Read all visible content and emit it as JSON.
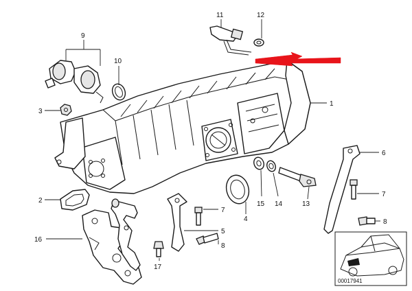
{
  "diagram": {
    "callouts": {
      "c1": "1",
      "c2": "2",
      "c3": "3",
      "c4": "4",
      "c5": "5",
      "c6": "6",
      "c7a": "7",
      "c7b": "7",
      "c8a": "8",
      "c8b": "8",
      "c9": "9",
      "c10": "10",
      "c11": "11",
      "c12": "12",
      "c13": "13",
      "c14": "14",
      "c15": "15",
      "c16": "16",
      "c17": "17"
    },
    "reference_code": "00017941",
    "arrow_color": "#e8141a"
  }
}
